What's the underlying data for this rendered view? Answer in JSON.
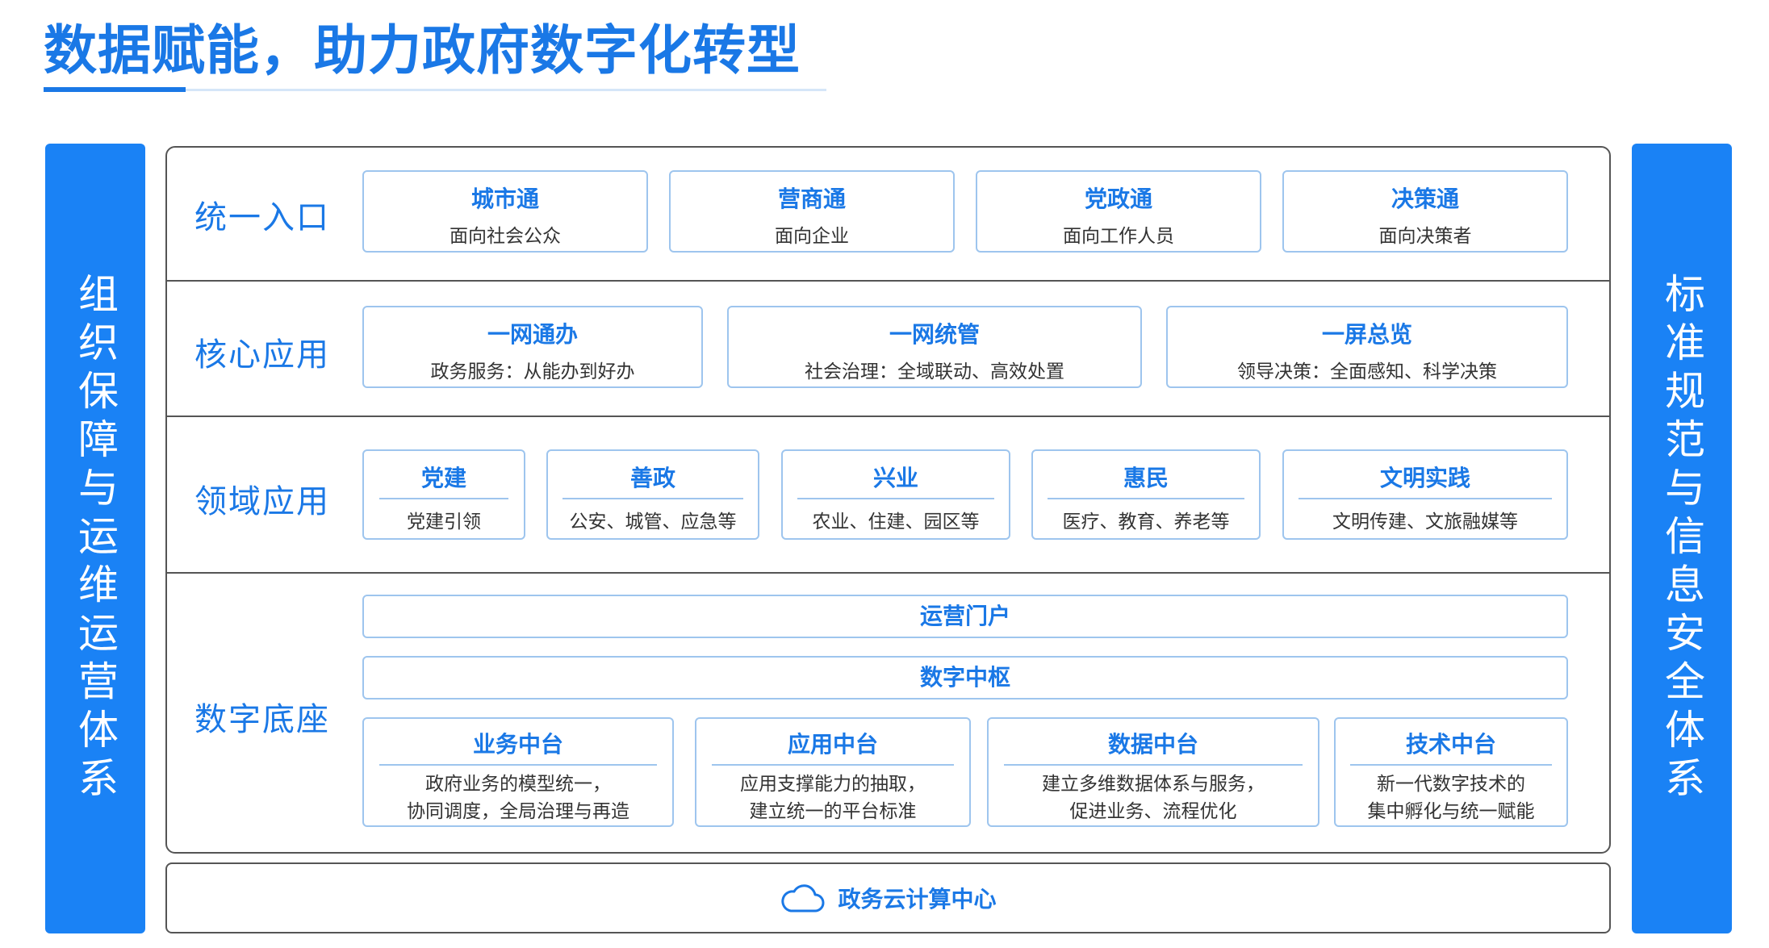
{
  "title": "数据赋能，助力政府数字化转型",
  "left_bar": "组织保障与运维运营体系",
  "right_bar": "标准规范与信息安全体系",
  "rows": {
    "entry": {
      "label": "统一入口",
      "boxes": [
        {
          "title": "城市通",
          "sub": "面向社会公众"
        },
        {
          "title": "营商通",
          "sub": "面向企业"
        },
        {
          "title": "党政通",
          "sub": "面向工作人员"
        },
        {
          "title": "决策通",
          "sub": "面向决策者"
        }
      ]
    },
    "core": {
      "label": "核心应用",
      "boxes": [
        {
          "title": "一网通办",
          "sub": "政务服务：从能办到好办"
        },
        {
          "title": "一网统管",
          "sub": "社会治理：全域联动、高效处置"
        },
        {
          "title": "一屏总览",
          "sub": "领导决策：全面感知、科学决策"
        }
      ]
    },
    "domain": {
      "label": "领域应用",
      "boxes": [
        {
          "title": "党建",
          "sub": "党建引领"
        },
        {
          "title": "善政",
          "sub": "公安、城管、应急等"
        },
        {
          "title": "兴业",
          "sub": "农业、住建、园区等"
        },
        {
          "title": "惠民",
          "sub": "医疗、教育、养老等"
        },
        {
          "title": "文明实践",
          "sub": "文明传建、文旅融媒等"
        }
      ]
    },
    "base": {
      "label": "数字底座",
      "portal": "运营门户",
      "hub": "数字中枢",
      "boxes": [
        {
          "title": "业务中台",
          "line1": "政府业务的模型统一，",
          "line2": "协同调度，全局治理与再造"
        },
        {
          "title": "应用中台",
          "line1": "应用支撑能力的抽取，",
          "line2": "建立统一的平台标准"
        },
        {
          "title": "数据中台",
          "line1": "建立多维数据体系与服务，",
          "line2": "促进业务、流程优化"
        },
        {
          "title": "技术中台",
          "line1": "新一代数字技术的",
          "line2": "集中孵化与统一赋能"
        }
      ]
    }
  },
  "cloud": {
    "label": "政务云计算中心",
    "icon": "cloud-icon"
  },
  "colors": {
    "accent": "#1a78e6",
    "side_bar": "#1a82f5",
    "box_border": "#9ec5ee"
  }
}
